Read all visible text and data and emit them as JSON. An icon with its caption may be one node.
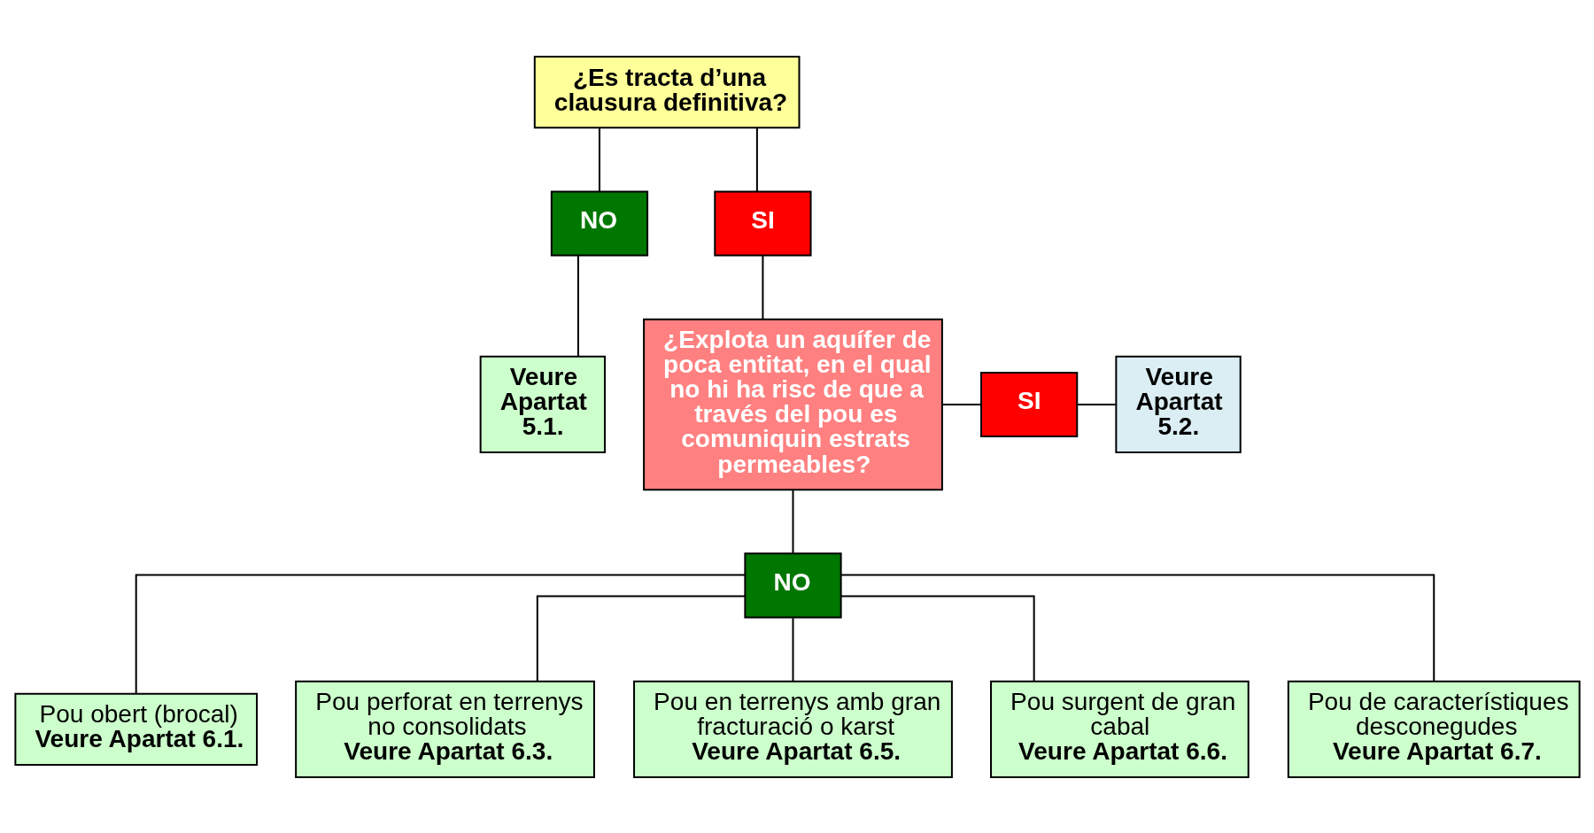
{
  "diagram": {
    "nodes": [
      {
        "text": [
          "¿Es tracta d’una clausura definitiva?"
        ]
      },
      {
        "text": [
          "NO"
        ]
      },
      {
        "text": [
          "Veure Apartat 5.1."
        ]
      },
      {
        "text": [
          "SI"
        ]
      },
      {
        "text": [
          "¿Explota un aquífer de poca entitat, en el qual no hi ha risc de que a través del pou es comuniquin estrats permeables?"
        ]
      },
      {
        "text": [
          "SI"
        ]
      },
      {
        "text": [
          "Veure Apartat 5.2."
        ]
      },
      {
        "text": [
          "NO"
        ]
      },
      {
        "text": [
          "Pou obert (brocal)",
          "Veure Apartat 6.1."
        ]
      },
      {
        "text": [
          "Pou perforat en terrenys no consolidats",
          "Veure Apartat 6.3."
        ]
      },
      {
        "text": [
          "Pou en terrenys amb gran fracturació o karst",
          "Veure Apartat 6.5."
        ]
      },
      {
        "text": [
          "Pou surgent de gran cabal",
          "Veure Apartat 6.6."
        ]
      },
      {
        "text": [
          "Pou de característiques desconegudes",
          "Veure Apartat 6.7."
        ]
      }
    ],
    "edges": [
      {
        "from": 0,
        "to": 1,
        "arrow": "none"
      },
      {
        "from": 1,
        "to": 2,
        "arrow": "none"
      },
      {
        "from": 0,
        "to": 3,
        "arrow": "none"
      },
      {
        "from": 3,
        "to": 4,
        "arrow": "none"
      },
      {
        "from": 4,
        "to": 5,
        "arrow": "none"
      },
      {
        "from": 5,
        "to": 6,
        "arrow": "none"
      },
      {
        "from": 4,
        "to": 7,
        "arrow": "none"
      },
      {
        "from": 7,
        "to": 8,
        "arrow": "none"
      },
      {
        "from": 7,
        "to": 9,
        "arrow": "none"
      },
      {
        "from": 7,
        "to": 10,
        "arrow": "none"
      },
      {
        "from": 7,
        "to": 11,
        "arrow": "none"
      },
      {
        "from": 7,
        "to": 12,
        "arrow": "none"
      }
    ]
  }
}
